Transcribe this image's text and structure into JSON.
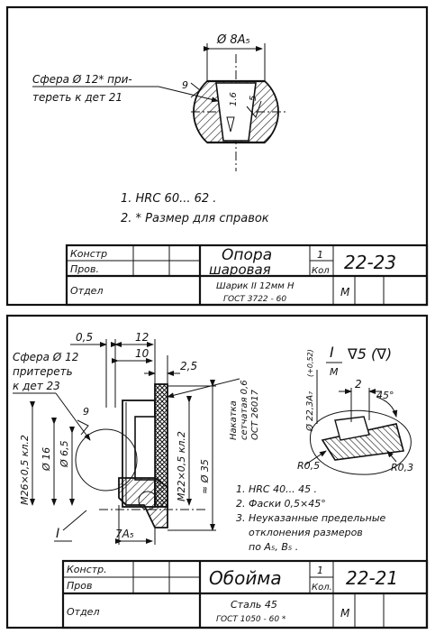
{
  "sheet1": {
    "dim_diameter": "Ø 8A₅",
    "callout_line1": "Сфера Ø 12* при-",
    "callout_line2": "тереть к дет 21",
    "roughness_9": "9",
    "roughness_5": "5",
    "roughness_6": "1.6",
    "note1": "1.  HRC 60... 62 .",
    "note2": "2.  *  Размер для справок",
    "tb": {
      "konstr": "Констр",
      "prov": "Пров.",
      "otdel": "Отдел",
      "name_line1": "Опора",
      "name_line2": "шаровая",
      "qty": "1",
      "kol": "Кол",
      "code": "22-23",
      "mat_line1": "Шарик II 12мм Н",
      "mat_line2": "ГОСТ 3722 - 60",
      "m": "М"
    }
  },
  "sheet2": {
    "dim_05": "0,5",
    "dim_12": "12",
    "dim_10": "10",
    "dim_25": "2,5",
    "callout_line1": "Сфера Ø 12",
    "callout_line2": "притереть",
    "callout_line3": "к дет 23",
    "knurl_line1": "Накатка",
    "knurl_line2": "сетчатая 0,6",
    "knurl_line3": "ОСТ 26017",
    "dim_m26": "M26×0,5 кл.2",
    "dim_d16": "Ø 16",
    "dim_d65": "Ø 6,5",
    "dim_m22": "M22×0,5 кл.2",
    "dim_d35": "≈ Ø 35",
    "dim_7a5": "7A₅",
    "section_mark": "I",
    "roughness_9": "9",
    "detail_title": "I",
    "detail_scale": "M",
    "detail_rough": "∇5 (∇)",
    "detail_d22": "Ø 22,3A₇",
    "detail_tol": "(+0,52)",
    "detail_2": "2",
    "detail_45": "45°",
    "detail_r05": "R0,5",
    "detail_r03": "R0,3",
    "note1": "1.  HRC 40... 45 .",
    "note2": "2.  Фаски 0,5×45°",
    "note3a": "3.  Неуказанные предельные",
    "note3b": "отклонения размеров",
    "note3c": "по A₅, B₅ .",
    "tb": {
      "konstr": "Констр.",
      "prov": "Пров",
      "otdel": "Отдел",
      "name": "Обойма",
      "qty": "1",
      "kol": "Кол.",
      "code": "22-21",
      "mat_line1": "Сталь 45",
      "mat_line2": "ГОСТ 1050 - 60 *",
      "m": "М"
    }
  }
}
